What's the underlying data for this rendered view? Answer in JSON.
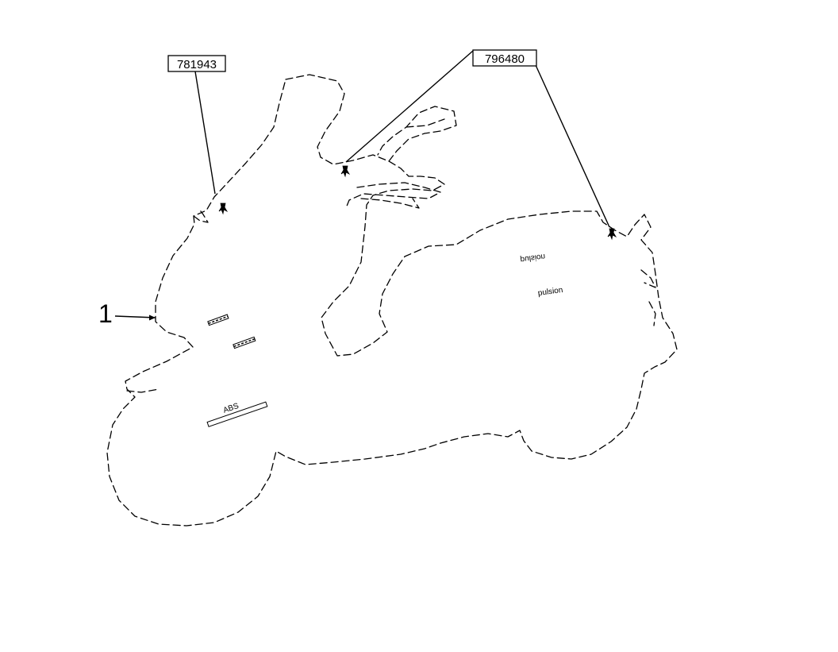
{
  "callouts": [
    {
      "id": "part-781943",
      "label": "781943"
    },
    {
      "id": "part-796480",
      "label": "796480"
    }
  ],
  "item_number": "1",
  "decals": {
    "abs": "ABS",
    "pulsion_upper_mirrored": "pulsion",
    "pulsion_lower": "pulsion"
  }
}
